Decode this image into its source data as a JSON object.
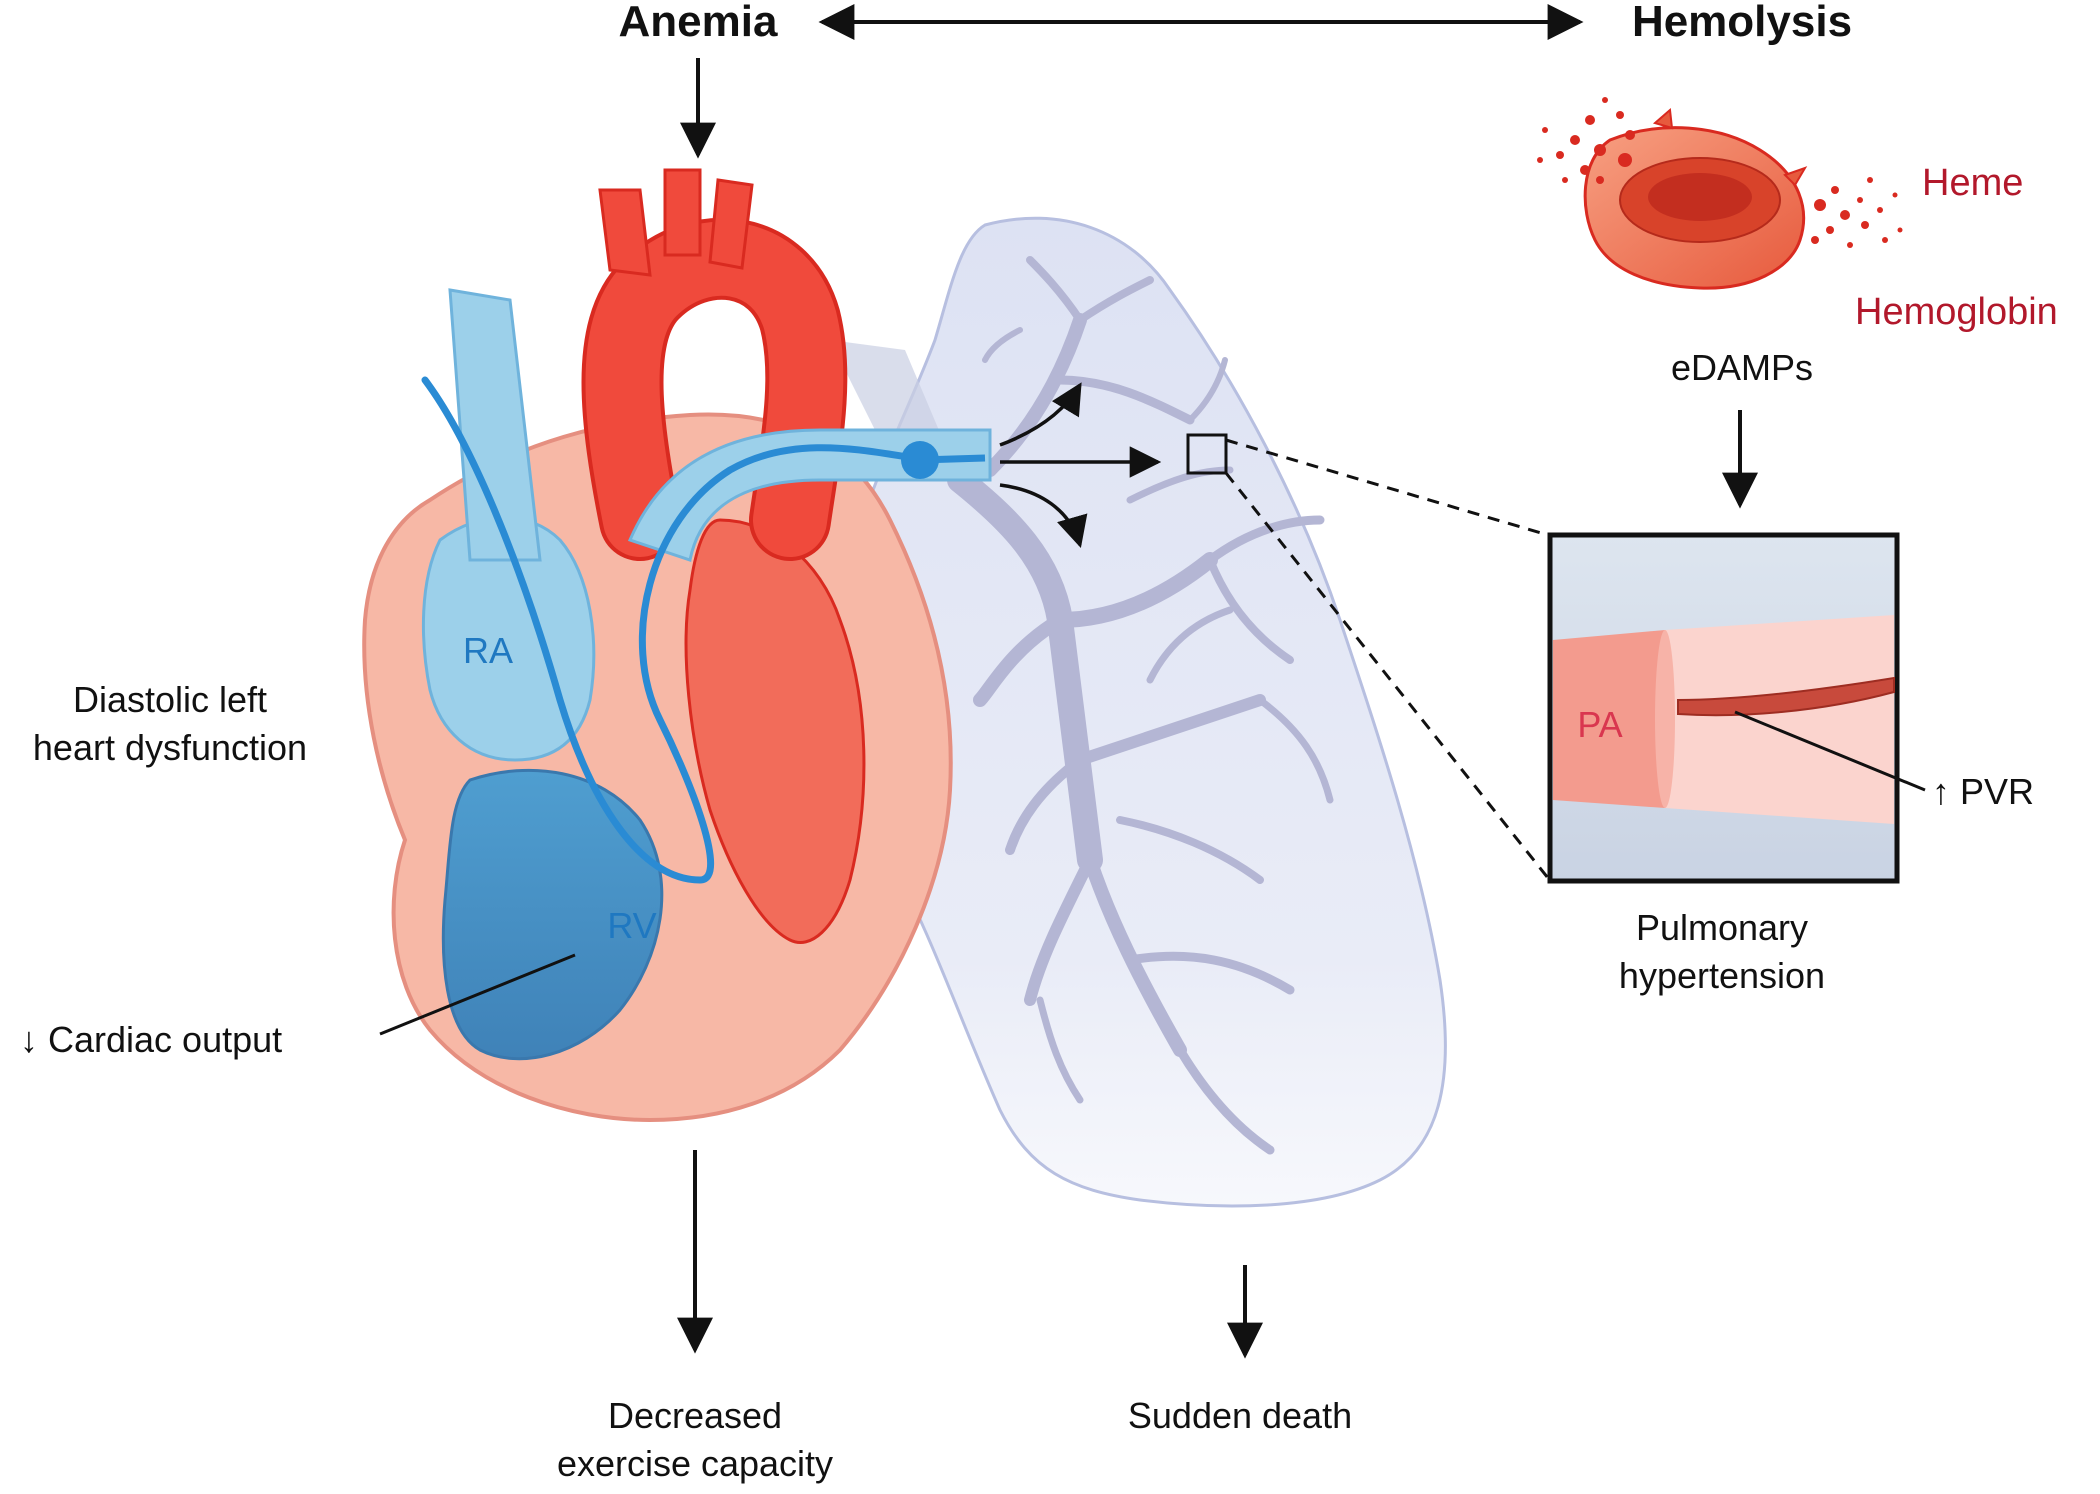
{
  "labels": {
    "anemia": "Anemia",
    "hemolysis": "Hemolysis",
    "heme": "Heme",
    "hemoglobin": "Hemoglobin",
    "edamps": "eDAMPs",
    "ra": "RA",
    "rv": "RV",
    "pa": "PA",
    "diastolic_line1": "Diastolic left",
    "diastolic_line2": "heart dysfunction",
    "cardiac_output": "↓ Cardiac output",
    "pvr": "↑ PVR",
    "pulm_line1": "Pulmonary",
    "pulm_line2": "hypertension",
    "decreased_line1": "Decreased",
    "decreased_line2": "exercise capacity",
    "sudden_death": "Sudden death"
  },
  "colors": {
    "text": "#111111",
    "red_text": "#b2182b",
    "blue_text": "#1f78c1",
    "pink_text": "#d9364f",
    "heart_wall": "#f7b8a6",
    "heart_wall_stroke": "#e58f80",
    "artery_red": "#f04a3c",
    "artery_red_stroke": "#d92a20",
    "blue_light": "#9cd0ea",
    "blue_mid": "#5aa8d6",
    "blue_dark": "#4a8fc3",
    "catheter": "#2a8bd4",
    "lung_fill": "#dfe3f2",
    "lung_stroke": "#b7bfe0",
    "vessel": "#b4b6d4"
  },
  "icons": {
    "arrow": "arrow-icon",
    "double_arrow": "double-arrow-icon",
    "rbc": "red-blood-cell-icon",
    "balloon": "catheter-balloon-icon"
  }
}
